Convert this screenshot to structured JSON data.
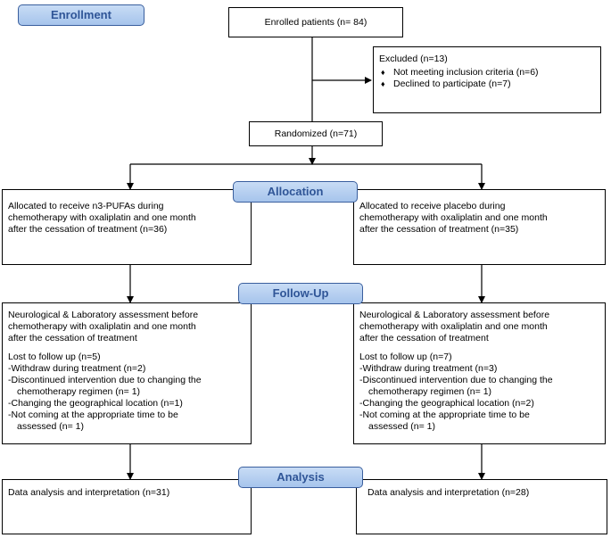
{
  "stages": {
    "enrollment": "Enrollment",
    "allocation": "Allocation",
    "follow_up": "Follow-Up",
    "analysis": "Analysis"
  },
  "enrolled": "Enrolled patients (n= 84)",
  "excluded": {
    "title": "Excluded (n=13)",
    "items": [
      "Not meeting inclusion criteria (n=6)",
      "Declined to participate (n=7)"
    ]
  },
  "randomized": "Randomized (n=71)",
  "allocation": {
    "left": [
      "Allocated to receive n3-PUFAs during",
      "chemotherapy with oxaliplatin and one month",
      "after the cessation of treatment (n=36)"
    ],
    "right": [
      "Allocated to receive placebo during",
      "chemotherapy with oxaliplatin and one month",
      "after the cessation of treatment (n=35)"
    ]
  },
  "follow_up": {
    "left": {
      "assessment": [
        "Neurological & Laboratory assessment before",
        "chemotherapy with oxaliplatin and one month",
        "after the cessation of treatment"
      ],
      "lost": "Lost to follow up (n=5)",
      "withdraw": "-Withdraw during treatment (n=2)",
      "discontinued": [
        "-Discontinued intervention due to changing the",
        "chemotherapy regimen (n= 1)"
      ],
      "geo": "-Changing the geographical location (n=1)",
      "not_coming": [
        "-Not coming at the appropriate time to be",
        "assessed (n= 1)"
      ]
    },
    "right": {
      "assessment": [
        "Neurological & Laboratory assessment before",
        "chemotherapy with oxaliplatin and one month",
        "after the cessation of treatment"
      ],
      "lost": "Lost to follow up (n=7)",
      "withdraw": "-Withdraw during treatment (n=3)",
      "discontinued": [
        "-Discontinued intervention due to changing the",
        "chemotherapy regimen (n= 1)"
      ],
      "geo": "-Changing the geographical location (n=2)",
      "not_coming": [
        "-Not coming at the appropriate time to be",
        "assessed (n= 1)"
      ]
    }
  },
  "analysis": {
    "left": "Data analysis and interpretation (n=31)",
    "right": "Data analysis and interpretation (n=28)"
  }
}
